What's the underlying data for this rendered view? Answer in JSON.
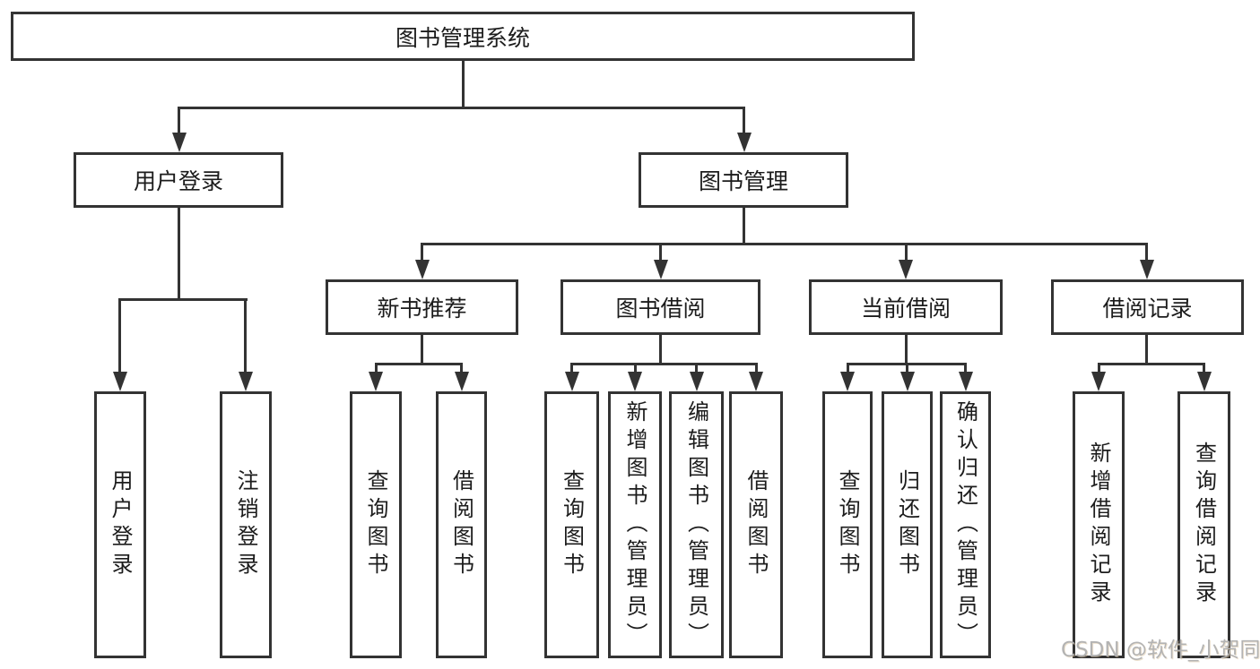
{
  "tree": {
    "root": {
      "label": "图书管理系统",
      "children": [
        {
          "label": "用户登录",
          "children": [
            {
              "label": "用户登录"
            },
            {
              "label": "注销登录"
            }
          ]
        },
        {
          "label": "图书管理",
          "children": [
            {
              "label": "新书推荐",
              "children": [
                {
                  "label": "查询图书"
                },
                {
                  "label": "借阅图书"
                }
              ]
            },
            {
              "label": "图书借阅",
              "children": [
                {
                  "label": "查询图书"
                },
                {
                  "label": "新增图书（管理员）"
                },
                {
                  "label": "编辑图书（管理员）"
                },
                {
                  "label": "借阅图书"
                }
              ]
            },
            {
              "label": "当前借阅",
              "children": [
                {
                  "label": "查询图书"
                },
                {
                  "label": "归还图书"
                },
                {
                  "label": "确认归还（管理员）"
                }
              ]
            },
            {
              "label": "借阅记录",
              "children": [
                {
                  "label": "新增借阅记录"
                },
                {
                  "label": "查询借阅记录"
                }
              ]
            }
          ]
        }
      ]
    }
  },
  "watermark": {
    "text": "CSDN @软件_小贺同学"
  },
  "colors": {
    "line": "#333333",
    "text": "#1c1c1c",
    "watermark": "#b3b3b3",
    "background": "#ffffff"
  }
}
